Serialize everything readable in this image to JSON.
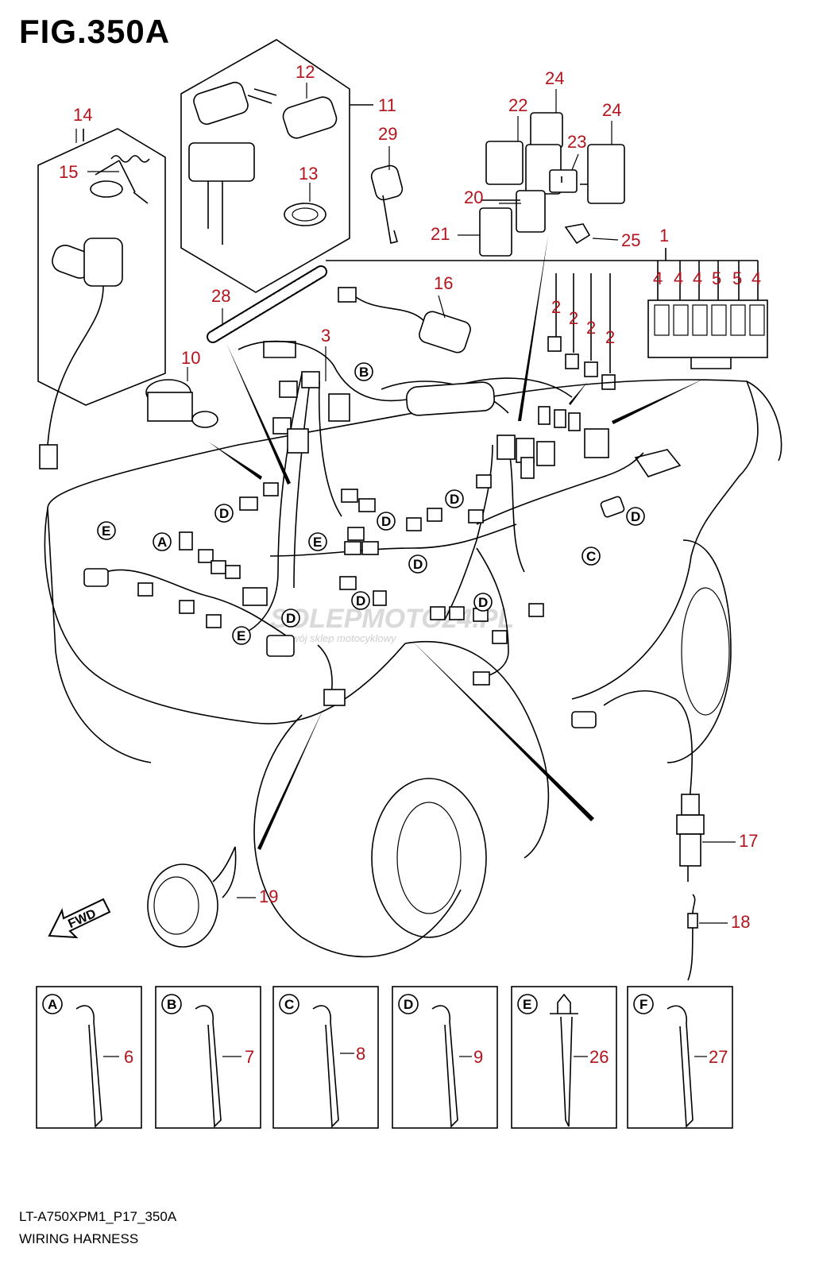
{
  "figure": {
    "title": "FIG.350A",
    "code": "LT-A750XPM1_P17_350A",
    "name": "WIRING HARNESS"
  },
  "watermark": {
    "brand": "SOLEPMOTO24.PL",
    "tagline": "Twój sklep motocyklowy"
  },
  "fwd_label": "FWD",
  "callouts": [
    "1",
    "2",
    "2",
    "2",
    "2",
    "3",
    "4",
    "4",
    "4",
    "5",
    "5",
    "4",
    "6",
    "7",
    "8",
    "9",
    "10",
    "11",
    "12",
    "13",
    "14",
    "15",
    "16",
    "17",
    "18",
    "19",
    "20",
    "21",
    "22",
    "23",
    "24",
    "24",
    "25",
    "26",
    "27",
    "28",
    "29"
  ],
  "ref_letters": [
    "A",
    "B",
    "C",
    "D",
    "E",
    "F"
  ],
  "detail_panels": [
    {
      "letter": "A",
      "part": "6"
    },
    {
      "letter": "B",
      "part": "7"
    },
    {
      "letter": "C",
      "part": "8"
    },
    {
      "letter": "D",
      "part": "9"
    },
    {
      "letter": "E",
      "part": "26"
    },
    {
      "letter": "F",
      "part": "27"
    }
  ],
  "colors": {
    "callout": "#b3131b",
    "line": "#000000"
  }
}
